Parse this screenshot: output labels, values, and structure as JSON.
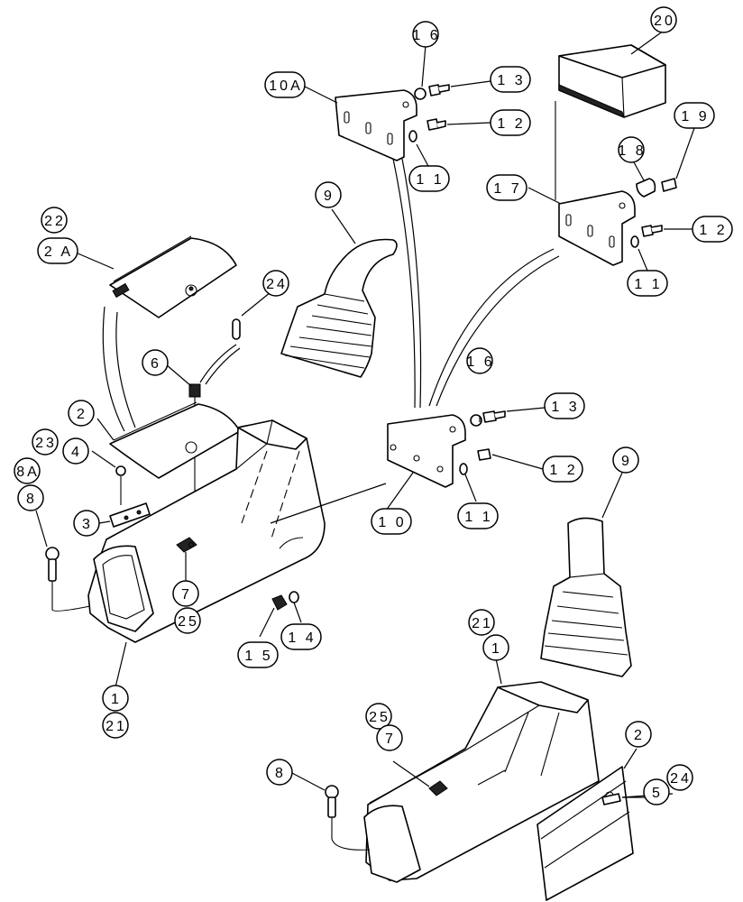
{
  "callouts": [
    {
      "id": "c16a",
      "text": "1 6"
    },
    {
      "id": "c13a",
      "text": "1 3"
    },
    {
      "id": "c10A",
      "text": "10A"
    },
    {
      "id": "c12a",
      "text": "1 2"
    },
    {
      "id": "c11a",
      "text": "1 1"
    },
    {
      "id": "c20",
      "text": "20"
    },
    {
      "id": "c19",
      "text": "1 9"
    },
    {
      "id": "c18",
      "text": "1 8"
    },
    {
      "id": "c17",
      "text": "1 7"
    },
    {
      "id": "c12b",
      "text": "1 2"
    },
    {
      "id": "c11b",
      "text": "1 1"
    },
    {
      "id": "c9a",
      "text": "9"
    },
    {
      "id": "c22",
      "text": "22"
    },
    {
      "id": "c2A",
      "text": "2 A"
    },
    {
      "id": "c24a",
      "text": "24"
    },
    {
      "id": "c6",
      "text": "6"
    },
    {
      "id": "c16b",
      "text": "1 6"
    },
    {
      "id": "c13b",
      "text": "1 3"
    },
    {
      "id": "c2a",
      "text": "2"
    },
    {
      "id": "c23",
      "text": "23"
    },
    {
      "id": "c4",
      "text": "4"
    },
    {
      "id": "c8A",
      "text": "8A"
    },
    {
      "id": "c8a",
      "text": "8"
    },
    {
      "id": "c3",
      "text": "3"
    },
    {
      "id": "c12c",
      "text": "1 2"
    },
    {
      "id": "c10",
      "text": "1 0"
    },
    {
      "id": "c11c",
      "text": "1 1"
    },
    {
      "id": "c9b",
      "text": "9"
    },
    {
      "id": "c7a",
      "text": "7"
    },
    {
      "id": "c25a",
      "text": "25"
    },
    {
      "id": "c15",
      "text": "1 5"
    },
    {
      "id": "c14",
      "text": "1 4"
    },
    {
      "id": "c21a",
      "text": "21"
    },
    {
      "id": "c1a",
      "text": "1"
    },
    {
      "id": "c1b",
      "text": "1"
    },
    {
      "id": "c21b",
      "text": "21"
    },
    {
      "id": "c2b",
      "text": "2"
    },
    {
      "id": "c25b",
      "text": "25"
    },
    {
      "id": "c7b",
      "text": "7"
    },
    {
      "id": "c8b",
      "text": "8"
    },
    {
      "id": "c24b",
      "text": "24"
    },
    {
      "id": "c5",
      "text": "5"
    }
  ]
}
